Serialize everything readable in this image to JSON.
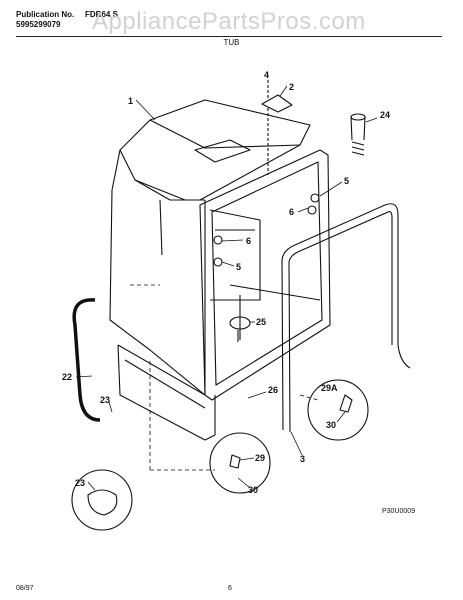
{
  "header": {
    "publication_label": "Publication No.",
    "publication_number": "5995299079",
    "model_fragment": "FDB64 S",
    "watermark": "AppliancePartsPros.com",
    "section_title": "TUB"
  },
  "footer": {
    "date": "08/97",
    "page": "6",
    "reference_code": "P30U0009"
  },
  "callouts": [
    "1",
    "2",
    "4",
    "24",
    "5",
    "6",
    "6",
    "5",
    "25",
    "22",
    "23",
    "26",
    "29A",
    "30",
    "3",
    "29",
    "30",
    "23"
  ]
}
